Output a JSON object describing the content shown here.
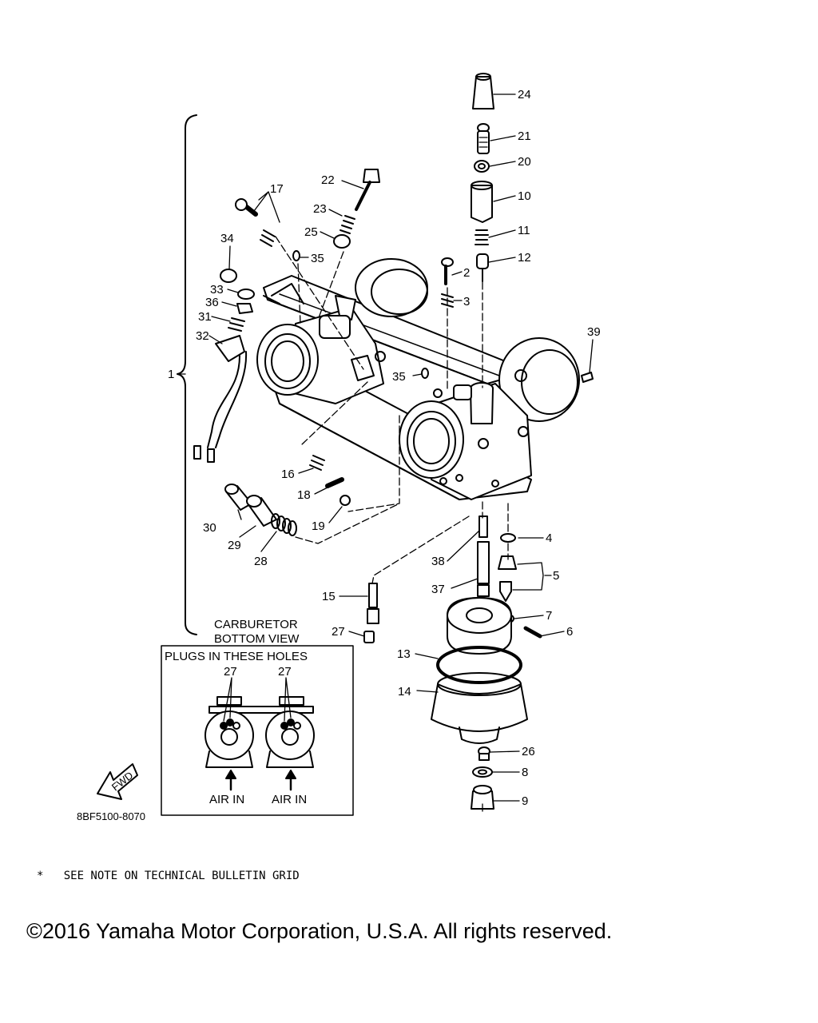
{
  "diagram_code": "8BF5100-8070",
  "group_label": "1",
  "inset": {
    "title_line1": "CARBURETOR",
    "title_line2": "BOTTOM VIEW",
    "box_title": "PLUGS IN THESE HOLES",
    "callout_left": "27",
    "callout_right": "27",
    "air_in_left": "AIR IN",
    "air_in_right": "AIR IN"
  },
  "fwd_label": "FWD",
  "part_labels": [
    "2",
    "3",
    "4",
    "5",
    "6",
    "7",
    "8",
    "9",
    "10",
    "11",
    "12",
    "13",
    "14",
    "15",
    "16",
    "17",
    "18",
    "19",
    "20",
    "21",
    "22",
    "23",
    "24",
    "25",
    "26",
    "27",
    "28",
    "29",
    "30",
    "31",
    "32",
    "33",
    "34",
    "35",
    "35",
    "36",
    "37",
    "38",
    "39"
  ],
  "note": "*   SEE NOTE ON TECHNICAL BULLETIN GRID",
  "copyright": "©2016 Yamaha Motor Corporation, U.S.A. All rights reserved."
}
